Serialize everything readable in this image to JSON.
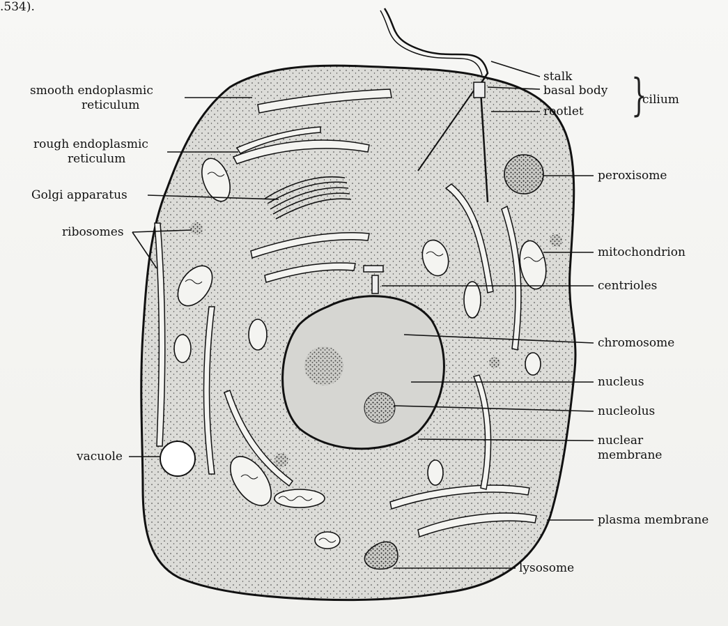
{
  "top_fragment": ".534).",
  "labels": {
    "smooth_er_line1": "smooth endoplasmic",
    "smooth_er_line2": "reticulum",
    "rough_er_line1": "rough endoplasmic",
    "rough_er_line2": "reticulum",
    "golgi": "Golgi apparatus",
    "ribosomes": "ribosomes",
    "vacuole": "vacuole",
    "stalk": "stalk",
    "basal_body": "basal body",
    "rootlet": "rootlet",
    "cilium": "cilium",
    "peroxisome": "peroxisome",
    "mitochondrion": "mitochondrion",
    "centrioles": "centrioles",
    "chromosome": "chromosome",
    "nucleus": "nucleus",
    "nucleolus": "nucleolus",
    "nuclear_membrane_line1": "nuclear",
    "nuclear_membrane_line2": "membrane",
    "plasma_membrane": "plasma membrane",
    "lysosome": "lysosome"
  },
  "colors": {
    "cytoplasm": "#d9d9d6",
    "ink": "#111111",
    "organelle_fill": "#f4f4f1"
  }
}
